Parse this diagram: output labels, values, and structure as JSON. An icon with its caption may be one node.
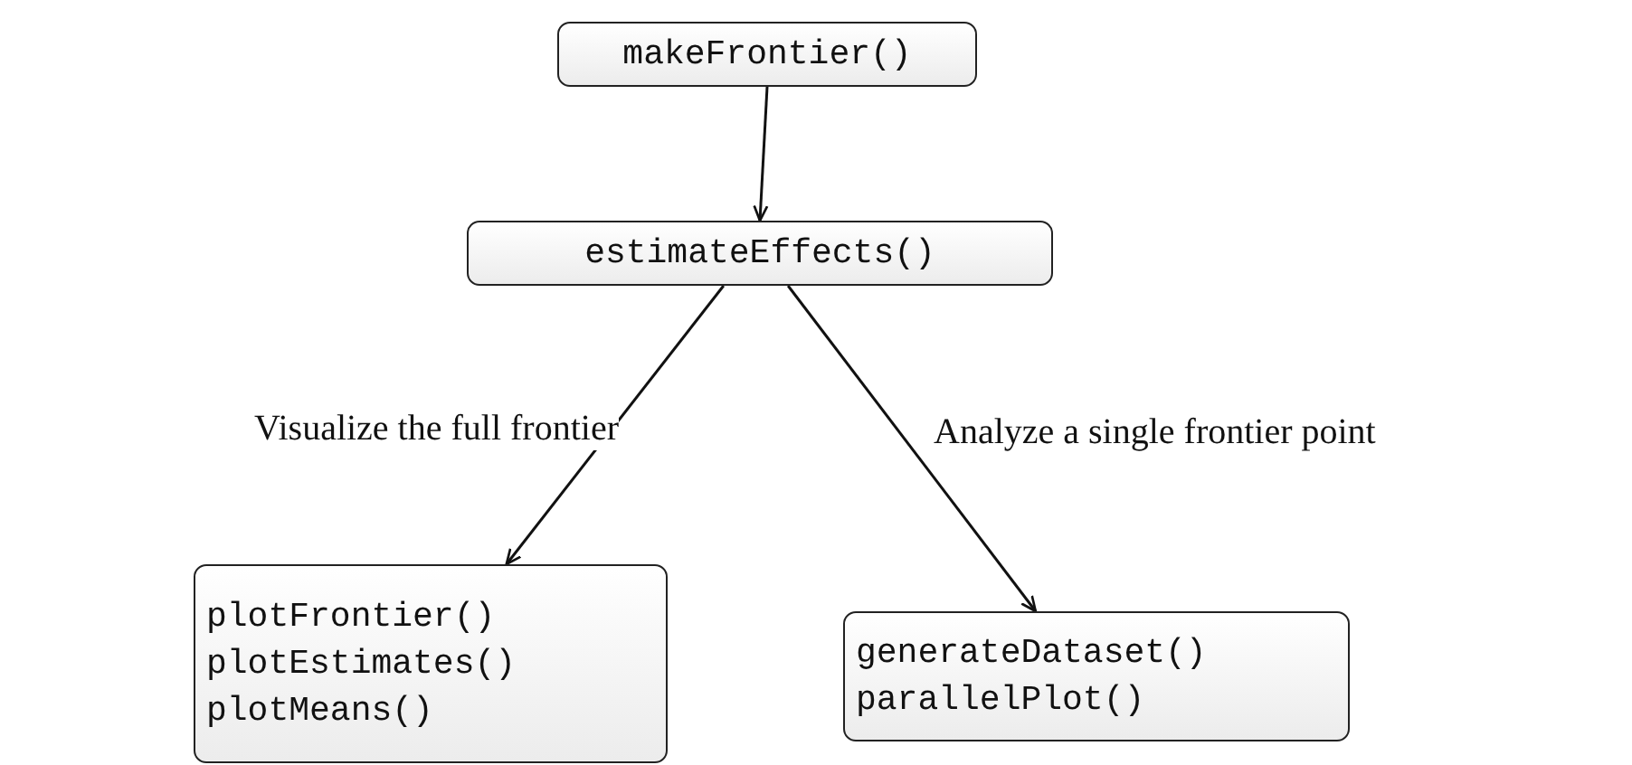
{
  "diagram": {
    "nodes": [
      {
        "text": [
          "makeFrontier()"
        ]
      },
      {
        "text": [
          "estimateEffects()"
        ]
      },
      {
        "text": [
          "plotFrontier()",
          "plotEstimates()",
          "plotMeans()"
        ]
      },
      {
        "text": [
          "generateDataset()",
          "parallelPlot()"
        ]
      }
    ],
    "edges": [
      {
        "from": 0,
        "to": 1,
        "arrow": "to"
      },
      {
        "from": 1,
        "to": 2,
        "arrow": "to",
        "label": "Visualize the full frontier"
      },
      {
        "from": 1,
        "to": 3,
        "arrow": "to",
        "label": "Analyze a single frontier point"
      }
    ]
  }
}
